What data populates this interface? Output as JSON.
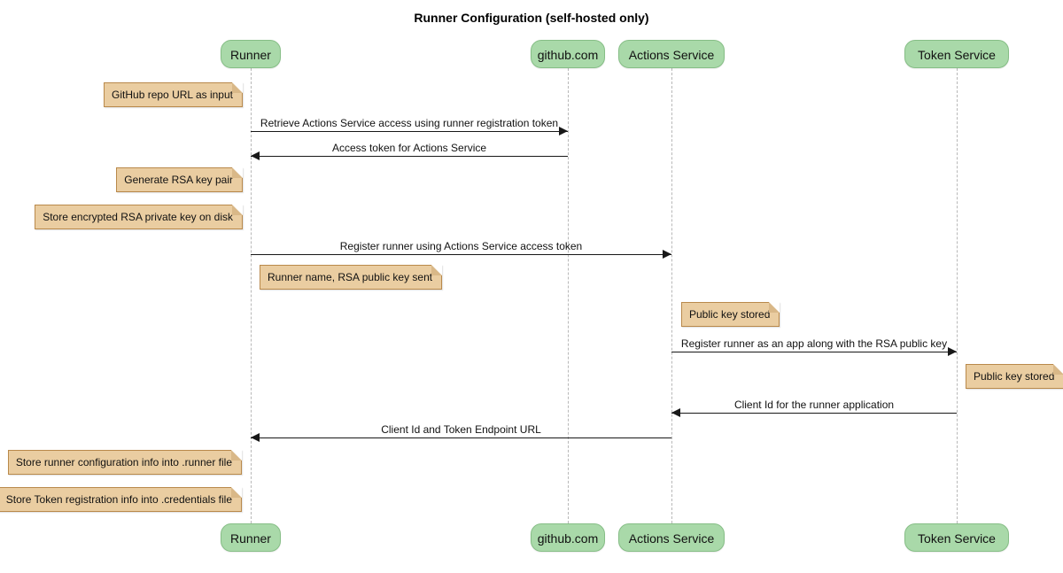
{
  "title": "Runner Configuration (self-hosted only)",
  "participants": [
    {
      "name": "Runner"
    },
    {
      "name": "github.com"
    },
    {
      "name": "Actions Service"
    },
    {
      "name": "Token Service"
    }
  ],
  "messages": [
    {
      "label": "Retrieve Actions Service access using runner registration token",
      "from": "Runner",
      "to": "github.com",
      "direction": "right"
    },
    {
      "label": "Access token for Actions Service",
      "from": "github.com",
      "to": "Runner",
      "direction": "left"
    },
    {
      "label": "Register runner using Actions Service access token",
      "from": "Runner",
      "to": "Actions Service",
      "direction": "right"
    },
    {
      "label": "Register runner as an app along with the RSA public key",
      "from": "Actions Service",
      "to": "Token Service",
      "direction": "right"
    },
    {
      "label": "Client Id for the runner application",
      "from": "Token Service",
      "to": "Actions Service",
      "direction": "left"
    },
    {
      "label": "Client Id and Token Endpoint URL",
      "from": "Actions Service",
      "to": "Runner",
      "direction": "left"
    }
  ],
  "notes": [
    {
      "text": "GitHub repo URL as input",
      "anchor": "Runner"
    },
    {
      "text": "Generate RSA key pair",
      "anchor": "Runner"
    },
    {
      "text": "Store encrypted RSA private key on disk",
      "anchor": "Runner"
    },
    {
      "text": "Runner name, RSA public key sent",
      "anchor": "Runner"
    },
    {
      "text": "Public key stored",
      "anchor": "Actions Service"
    },
    {
      "text": "Public key stored",
      "anchor": "Token Service"
    },
    {
      "text": "Store runner configuration info into .runner file",
      "anchor": "Runner"
    },
    {
      "text": "Store Token registration info into .credentials file",
      "anchor": "Runner"
    }
  ],
  "colors": {
    "participant_fill": "#A9D9A9",
    "participant_border": "#86BE86",
    "note_fill": "#EACDA1",
    "note_border": "#B9894B",
    "note_fold_fill": "#D9B888",
    "lifeline": "#B8B8B8",
    "arrow": "#181818"
  }
}
